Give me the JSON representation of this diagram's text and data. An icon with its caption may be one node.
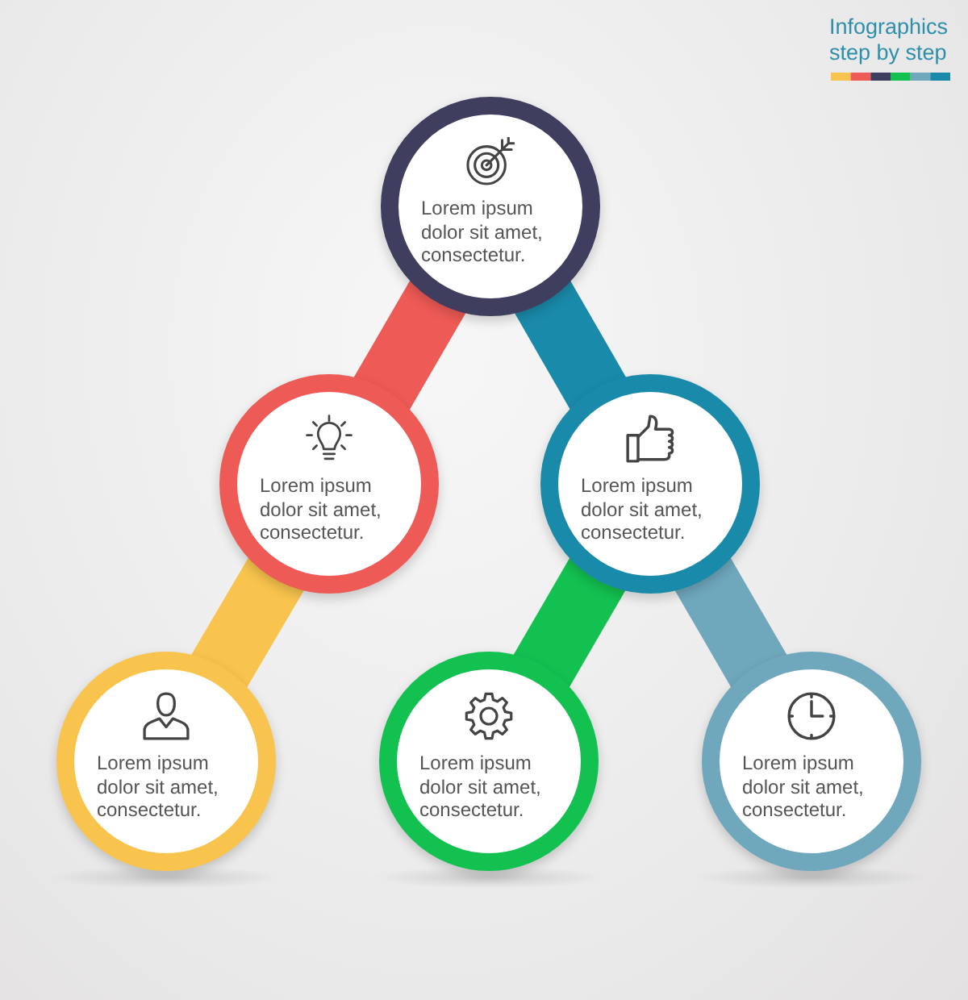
{
  "diagram": {
    "title": "Infographics step by step",
    "nodes": [
      {
        "text": [
          "Lorem ipsum dolor sit amet, consectetur."
        ]
      },
      {
        "text": [
          "Lorem ipsum dolor sit amet, consectetur."
        ]
      },
      {
        "text": [
          "Lorem ipsum dolor sit amet, consectetur."
        ]
      },
      {
        "text": [
          "Lorem ipsum dolor sit amet, consectetur."
        ]
      },
      {
        "text": [
          "Lorem ipsum dolor sit amet, consectetur."
        ]
      },
      {
        "text": [
          "Lorem ipsum dolor sit amet, consectetur."
        ]
      }
    ],
    "edges": [
      {
        "from": 0,
        "to": 1,
        "arrow": "none",
        "color": "#ee5a55"
      },
      {
        "from": 0,
        "to": 2,
        "arrow": "none",
        "color": "#1a8aaa"
      },
      {
        "from": 1,
        "to": 3,
        "arrow": "none",
        "color": "#f8c44d"
      },
      {
        "from": 2,
        "to": 4,
        "arrow": "none",
        "color": "#13c150"
      },
      {
        "from": 2,
        "to": 5,
        "arrow": "none",
        "color": "#6fa7bd"
      }
    ]
  }
}
